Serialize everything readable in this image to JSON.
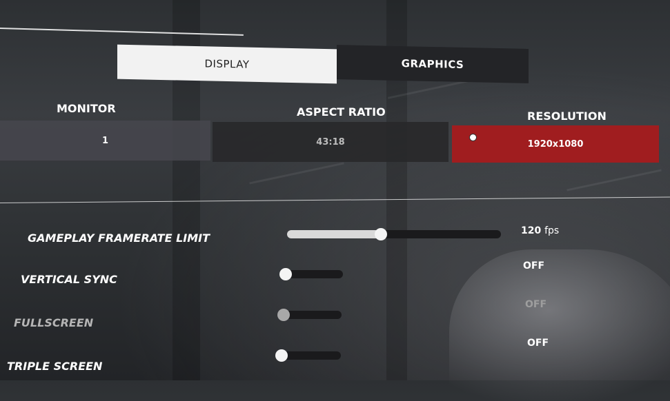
{
  "tabs": [
    {
      "label": "DISPLAY",
      "active": true
    },
    {
      "label": "GRAPHICS",
      "active": false
    }
  ],
  "display": {
    "columns": {
      "monitor": {
        "header": "MONITOR",
        "value": "1"
      },
      "aspect_ratio": {
        "header": "ASPECT RATIO",
        "value": "43:18"
      },
      "resolution": {
        "header": "RESOLUTION",
        "value": "1920x1080"
      }
    }
  },
  "settings": {
    "framerate_limit": {
      "label": "GAMEPLAY FRAMERATE LIMIT",
      "value": "120",
      "unit": "fps",
      "level": 0.44
    },
    "vertical_sync": {
      "label": "VERTICAL SYNC",
      "value": "OFF"
    },
    "fullscreen": {
      "label": "FULLSCREEN",
      "value": "OFF"
    },
    "triple_screen": {
      "label": "TRIPLE SCREEN",
      "value": "OFF"
    }
  },
  "colors": {
    "accent": "#a01d1f",
    "tab_active_bg": "#f2f2f2",
    "tab_inactive_bg": "#232427"
  }
}
